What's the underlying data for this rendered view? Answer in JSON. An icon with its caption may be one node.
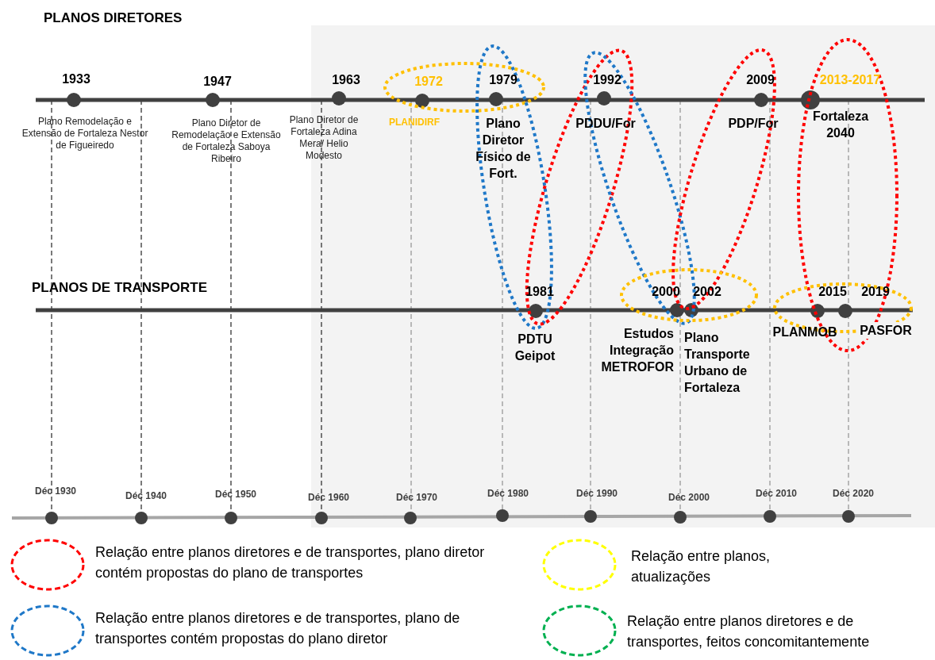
{
  "diagram": {
    "nodes": [
      {
        "text": [
          "1933",
          "Plano Remodelação e Extensão de Fortaleza Nestor de Figueiredo"
        ]
      },
      {
        "text": [
          "1947",
          "Plano Diretor de Remodelação e Extensão de Fortaleza Saboya Ribeiro"
        ]
      },
      {
        "text": [
          "1963",
          "Plano Diretor de Fortaleza Adina Mera/ Helio Modesto"
        ]
      },
      {
        "text": [
          "1972",
          "PLANIDIRF"
        ]
      },
      {
        "text": [
          "1979",
          "Plano Diretor Físico de Fort."
        ]
      },
      {
        "text": [
          "1992",
          "PDDU/For"
        ]
      },
      {
        "text": [
          "2009",
          "PDP/For"
        ]
      },
      {
        "text": [
          "2013-2017",
          "Fortaleza 2040"
        ]
      },
      {
        "text": [
          "1981",
          "PDTU Geipot"
        ]
      },
      {
        "text": [
          "2000",
          "Estudos Integração METROFOR"
        ]
      },
      {
        "text": [
          "2002",
          "Plano Transporte Urbano de Fortaleza"
        ]
      },
      {
        "text": [
          "2015",
          "PLANMOB"
        ]
      },
      {
        "text": [
          "2019",
          "PASFOR"
        ]
      }
    ],
    "edges": [],
    "labels": [
      "PLANOS DIRETORES",
      "PLANOS DE TRANSPORTE",
      "Déc 1930",
      "Déc 1940",
      "Déc 1950",
      "Déc 1960",
      "Déc 1970",
      "Déc 1980",
      "Déc 1990",
      "Déc 2000",
      "Déc 2010",
      "Déc 2020"
    ],
    "legend": [
      {
        "text": "Relação entre planos diretores e de transportes, plano diretor contém propostas do plano de transportes",
        "color": "#ff0000"
      },
      {
        "text": "Relação entre planos, atualizações",
        "color": "#ffff00"
      },
      {
        "text": "Relação entre planos diretores e de transportes, plano de transportes contém propostas do plano diretor",
        "color": "#1f78c8"
      },
      {
        "text": "Relação entre planos diretores e de transportes, feitos concomitantemente",
        "color": "#00b050"
      }
    ]
  }
}
